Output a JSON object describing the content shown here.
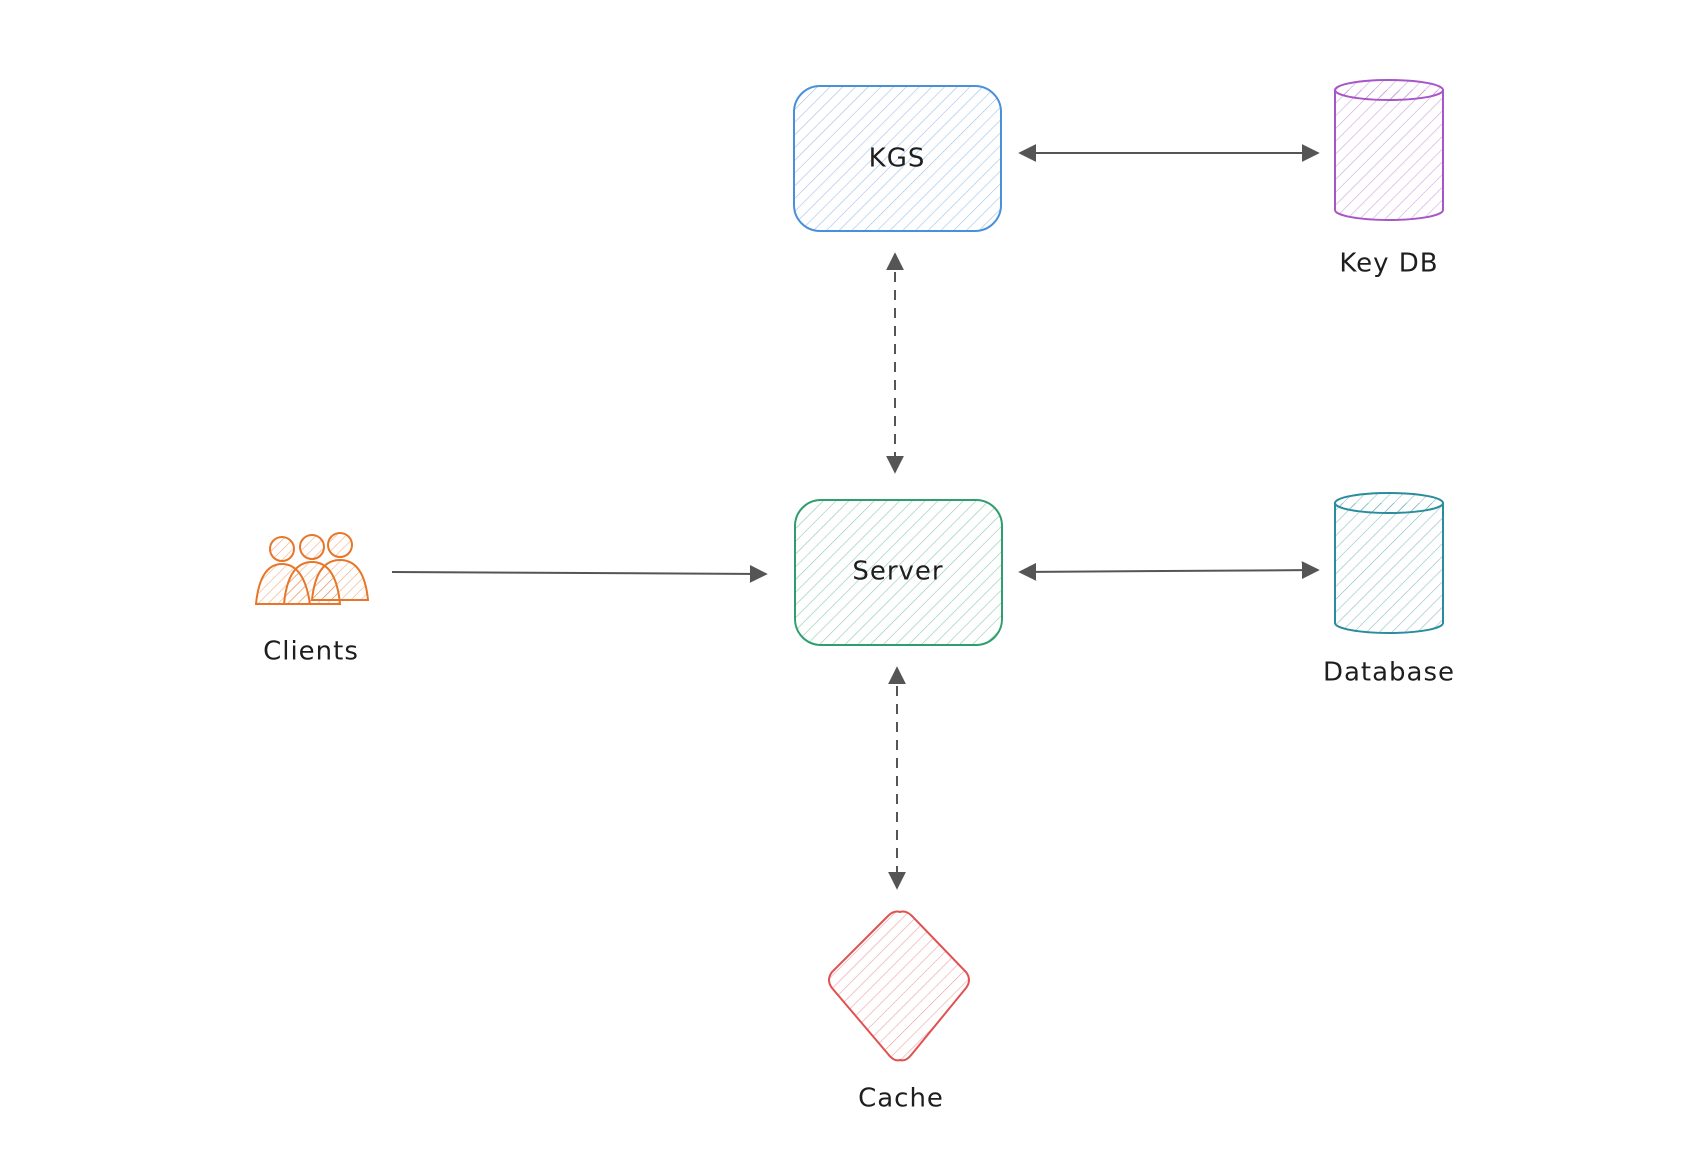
{
  "nodes": {
    "kgs": {
      "label": "KGS",
      "color": "#4a90d9",
      "shape": "rounded-rect"
    },
    "key_db": {
      "label": "Key DB",
      "color": "#a855c7",
      "shape": "cylinder"
    },
    "server": {
      "label": "Server",
      "color": "#2f9e6e",
      "shape": "rounded-rect"
    },
    "database": {
      "label": "Database",
      "color": "#2a8c9c",
      "shape": "cylinder"
    },
    "clients": {
      "label": "Clients",
      "color": "#e8762a",
      "shape": "people-icon"
    },
    "cache": {
      "label": "Cache",
      "color": "#e05252",
      "shape": "diamond"
    }
  },
  "edges": [
    {
      "from": "kgs",
      "to": "key_db",
      "style": "solid",
      "direction": "both"
    },
    {
      "from": "kgs",
      "to": "server",
      "style": "dashed",
      "direction": "both"
    },
    {
      "from": "clients",
      "to": "server",
      "style": "solid",
      "direction": "forward"
    },
    {
      "from": "server",
      "to": "database",
      "style": "solid",
      "direction": "both"
    },
    {
      "from": "server",
      "to": "cache",
      "style": "dashed",
      "direction": "both"
    }
  ],
  "colors": {
    "edge": "#555555",
    "text": "#1e1e1e",
    "background": "#ffffff"
  }
}
